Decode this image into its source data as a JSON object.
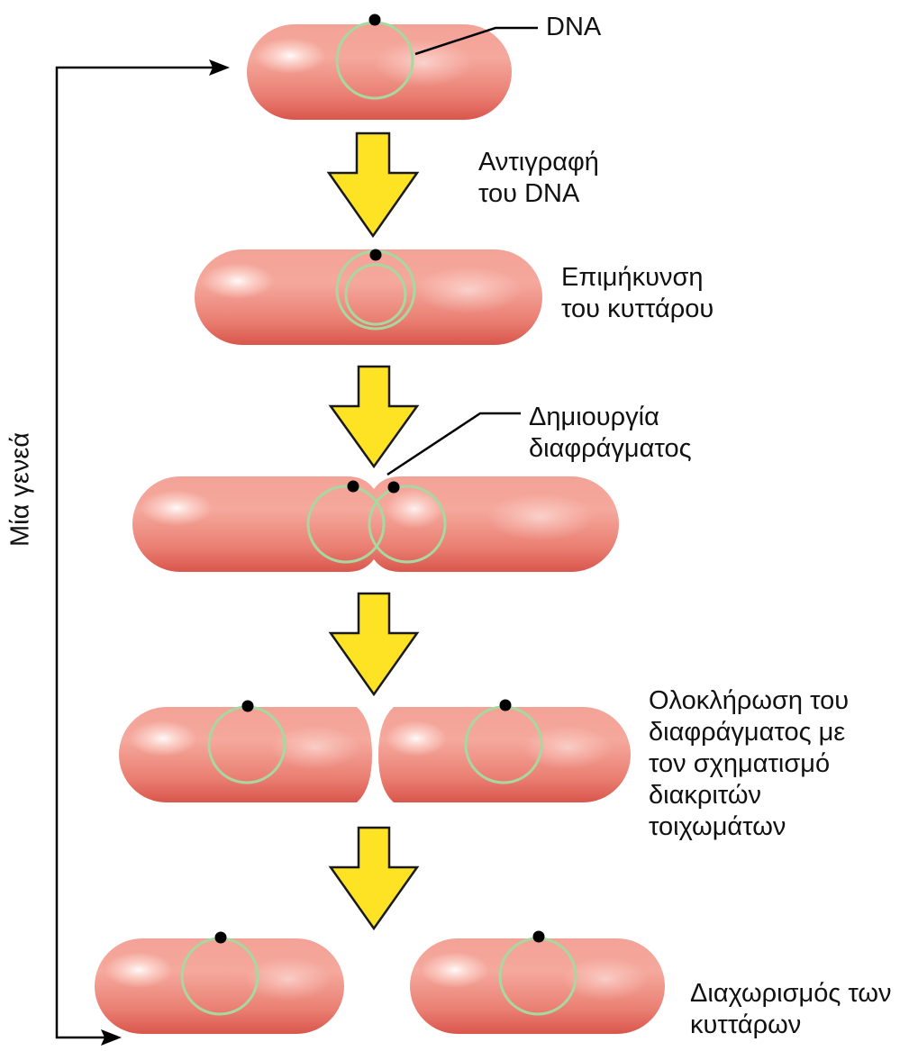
{
  "labels": {
    "dna": "DNA",
    "replication": [
      "Αντιγραφή",
      "του DNA"
    ],
    "elongation": [
      "Επιμήκυνση",
      "του κυττάρου"
    ],
    "septum_formation": [
      "Δημιουργία",
      "διαφράγματος"
    ],
    "septum_completion": [
      "Ολοκλήρωση του",
      "διαφράγματος με",
      "τον σχηματισμό",
      "διακριτών",
      "τοιχωμάτων"
    ],
    "separation": [
      "Διαχωρισμός των",
      "κυττάρων"
    ],
    "generation": "Μία γενεά"
  },
  "colors": {
    "cell_fill": "#ec8579",
    "cell_edge": "#d9564c",
    "cell_highlight": "#ffe2dc",
    "dna_ring": "#a8d8a0",
    "dna_origin": "#000000",
    "arrow_fill": "#fde324",
    "arrow_stroke": "#1a1a1a",
    "line": "#000000"
  },
  "stages": [
    {
      "name": "DNA",
      "cells": 1,
      "dna_rings_per_cell": 1
    },
    {
      "name": "Αντιγραφή του DNA",
      "cells": 1,
      "dna_rings_per_cell": 2
    },
    {
      "name": "Δημιουργία διαφράγματος",
      "cells": 2,
      "dna_rings_per_cell": 1
    },
    {
      "name": "Ολοκλήρωση του διαφράγματος",
      "cells": 2,
      "dna_rings_per_cell": 1
    },
    {
      "name": "Διαχωρισμός των κυττάρων",
      "cells": 2,
      "dna_rings_per_cell": 1
    }
  ]
}
